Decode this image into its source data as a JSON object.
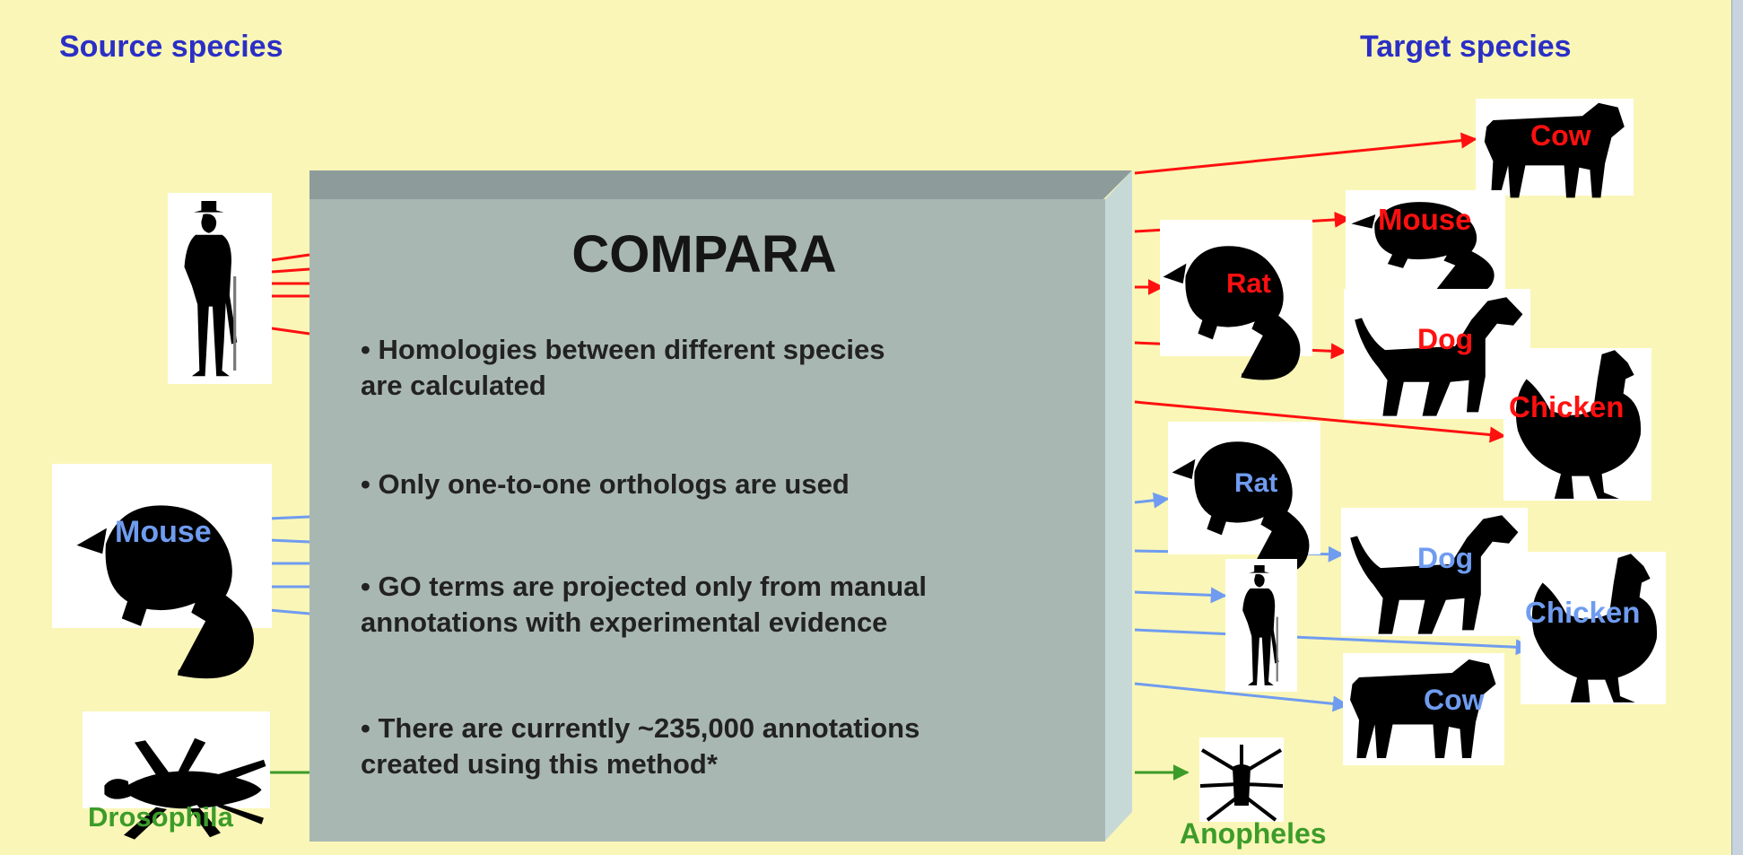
{
  "headers": {
    "source": "Source species",
    "target": "Target species"
  },
  "compara": {
    "title": "COMPARA",
    "bullets": [
      {
        "line1": "• Homologies between different species",
        "line2": "are calculated"
      },
      {
        "line1": "• Only one-to-one orthologs are used",
        "line2": ""
      },
      {
        "line1": "• GO terms are projected only from manual",
        "line2": "annotations with experimental evidence"
      },
      {
        "line1": "• There are currently ~235,000 annotations",
        "line2": "created using this method*"
      }
    ]
  },
  "sources": {
    "human": "",
    "mouse": "Mouse",
    "drosophila": "Drosophila"
  },
  "targets_from_human": {
    "cow": "Cow",
    "mouse": "Mouse",
    "rat": "Rat",
    "dog": "Dog",
    "chicken": "Chicken"
  },
  "targets_from_mouse": {
    "rat": "Rat",
    "dog": "Dog",
    "chicken": "Chicken",
    "cow": "Cow"
  },
  "targets_from_drosophila": {
    "anopheles": "Anopheles"
  },
  "colors": {
    "red": "#ff1010",
    "blue": "#6f9cf0",
    "green": "#3c9c2a",
    "box": "#a9b7b3",
    "header": "#2b2fc6",
    "background": "#faf6b7"
  },
  "icons": [
    "human-silhouette-icon",
    "mouse-silhouette-icon",
    "fly-silhouette-icon",
    "cow-silhouette-icon",
    "rat-silhouette-icon",
    "dog-silhouette-icon",
    "chicken-silhouette-icon",
    "mosquito-silhouette-icon"
  ]
}
